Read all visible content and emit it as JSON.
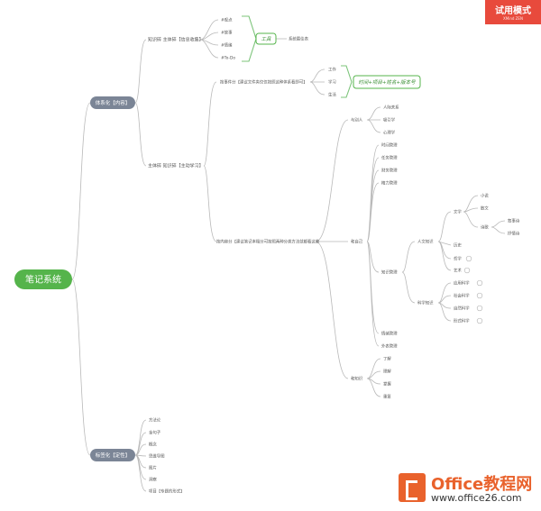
{
  "badge": {
    "title": "试用模式",
    "sub": "XMind ZEN"
  },
  "root": "笔记系统",
  "branches": {
    "system": "体系化【内容】",
    "label": "标签化【定性】"
  },
  "knowledge_base": "知识碎 主体碎【信息收集】",
  "tags": [
    "#观点",
    "#故事",
    "#情绪",
    "#To-Do"
  ],
  "tool_tag": "工具",
  "tool_target": "系统最佳表",
  "topic_base": "主体碎 知识碎【主动学习】",
  "record": "按事件分【建议文件夹仅仅按照这种体系看即可】",
  "record_items": [
    "工作",
    "学习",
    "生活"
  ],
  "record_tag": "时间+项目+姓名+版本号",
  "content": "按内容分【建议笔记本粗分可按照两种分类方法就都看这些",
  "people_group": "与别人",
  "people_items": [
    "人际关系",
    "吸引学",
    "心理学"
  ],
  "self_group": "和自己",
  "self_items": [
    "时间管理",
    "任务管理",
    "财务管理",
    "精力管理",
    "知识管理",
    "情绪管理",
    "外表管理"
  ],
  "humanities": "人文知识",
  "literature": "文学",
  "lit_items": [
    "小说",
    "散文",
    "诗歌"
  ],
  "poetry_items": [
    "叙事诗",
    "抒情诗"
  ],
  "hum_items": [
    "历史",
    "哲学",
    "艺术"
  ],
  "science": "科学知识",
  "sci_items": [
    "应用科学",
    "社会科学",
    "自然科学",
    "形式科学"
  ],
  "knowledge_group": "和知识",
  "knowledge_items": [
    "了解",
    "理解",
    "掌握",
    "重复"
  ],
  "label_items": [
    "方法论",
    "金句子",
    "概念",
    "思维导图",
    "图片",
    "洞察",
    "项目【专题的形式】"
  ],
  "watermark": {
    "title": "Office教程网",
    "url": "www.office26.com"
  }
}
